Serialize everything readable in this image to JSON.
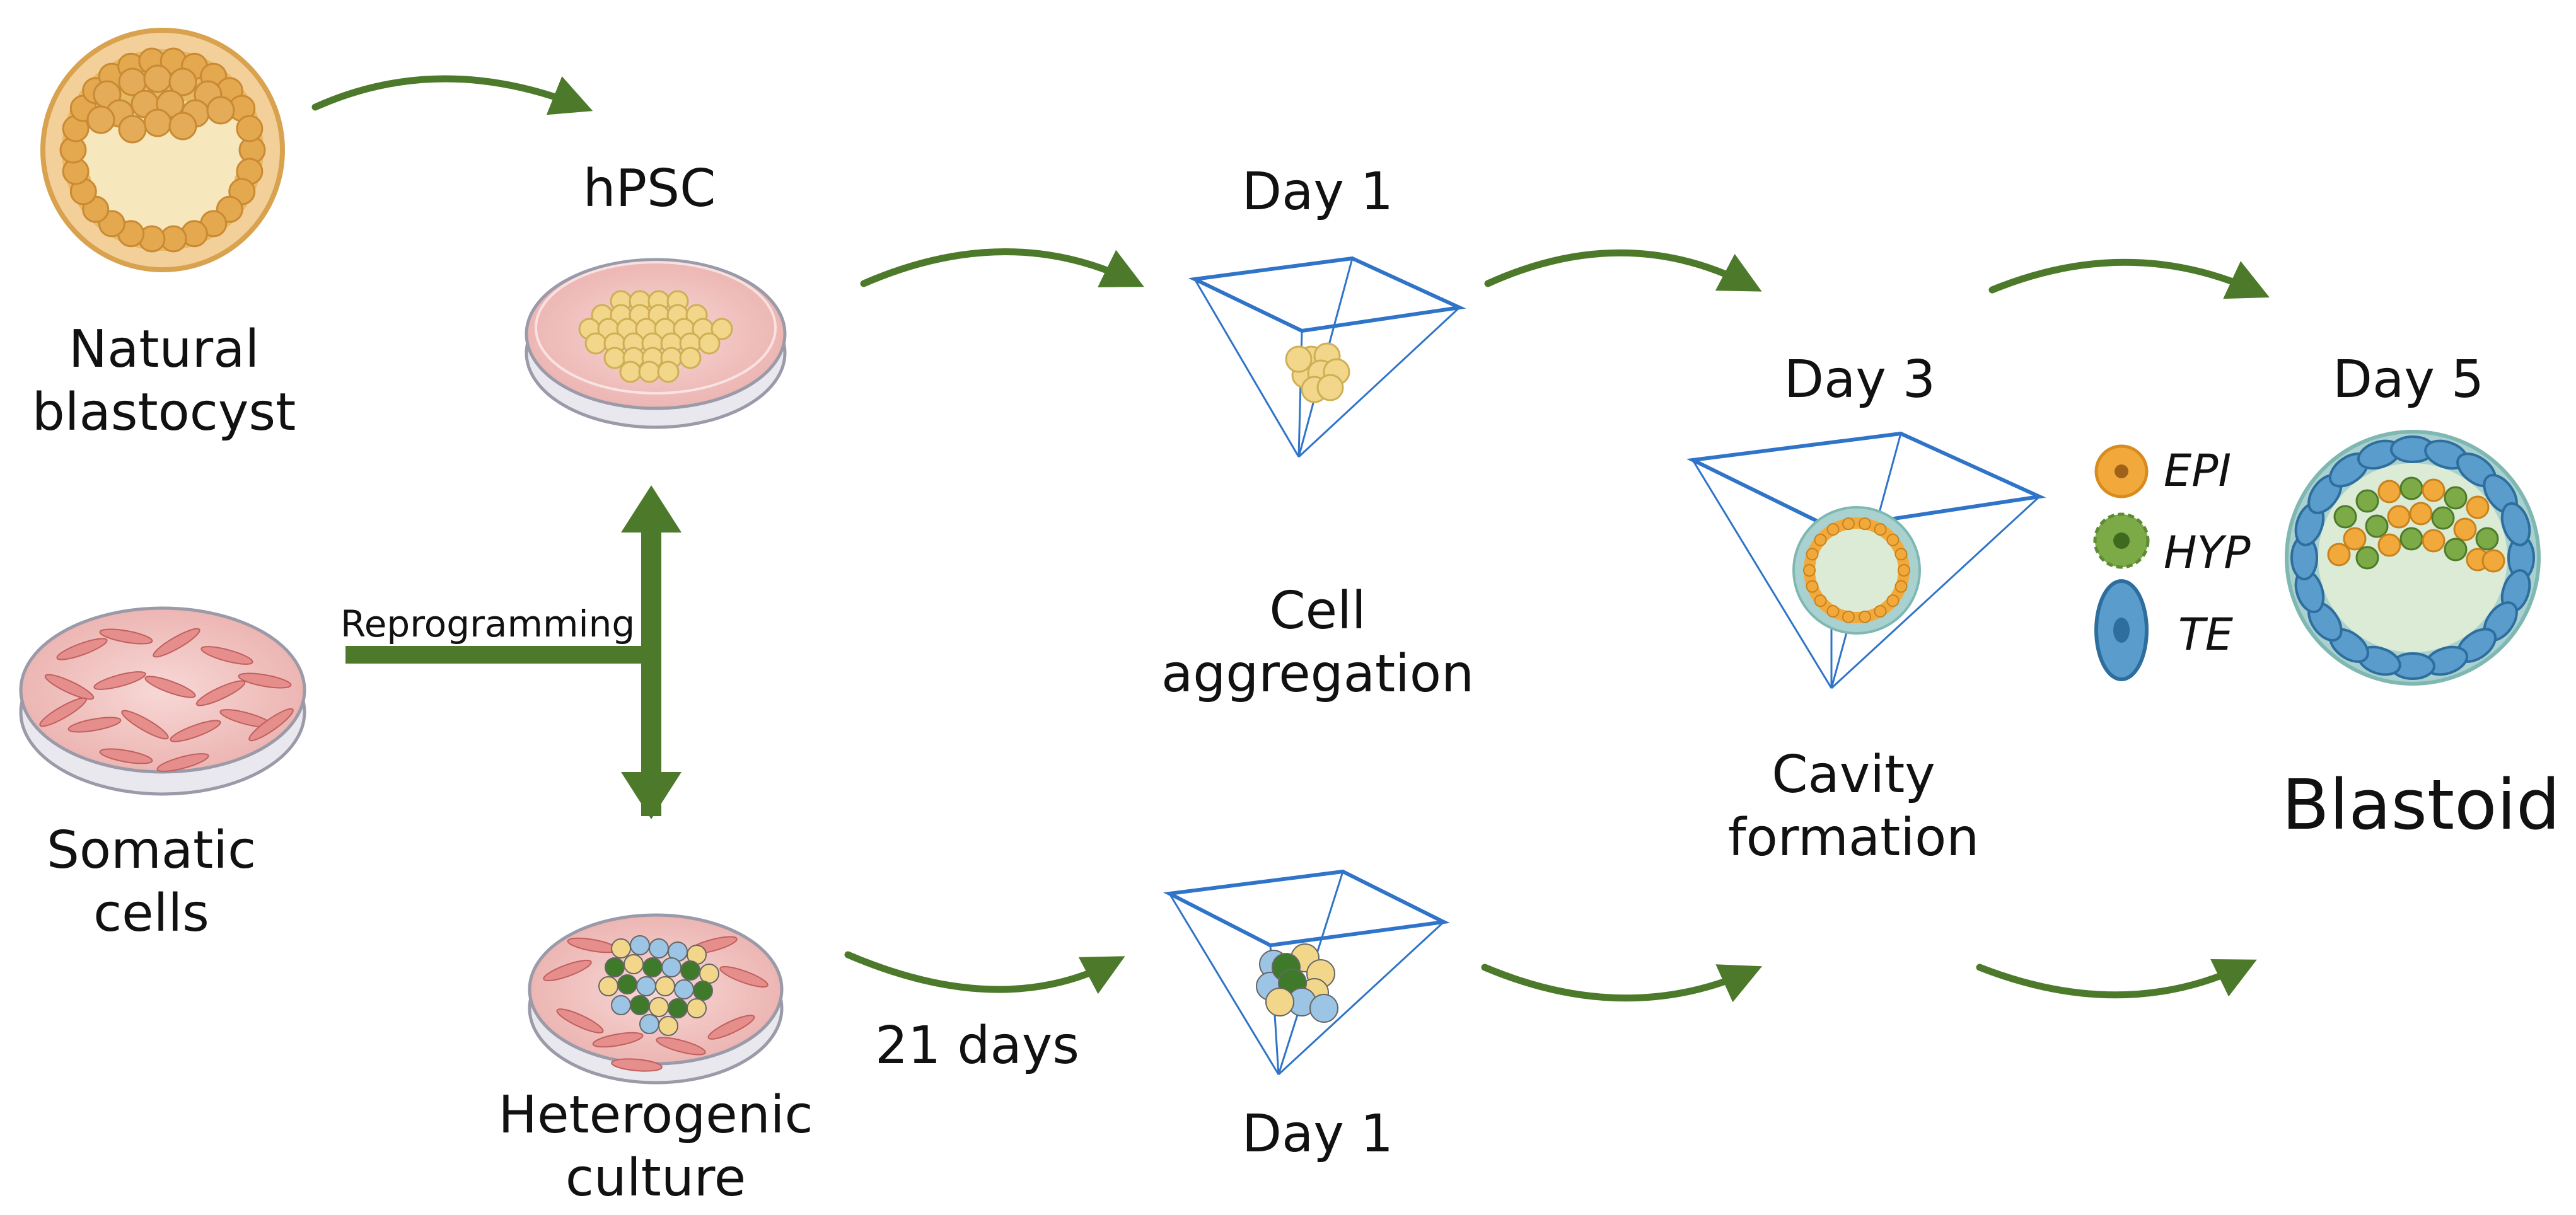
{
  "labels": {
    "natural_blastocyst_line1": "Natural",
    "natural_blastocyst_line2": "blastocyst",
    "hpsc": "hPSC",
    "somatic_line1": "Somatic",
    "somatic_line2": "cells",
    "reprogramming": "Reprogramming",
    "heterogenic_line1": "Heterogenic",
    "heterogenic_line2": "culture",
    "days21": "21 days",
    "day1_top": "Day 1",
    "day1_bottom": "Day 1",
    "cell_agg_line1": "Cell",
    "cell_agg_line2": "aggregation",
    "day3": "Day 3",
    "cavity_line1": "Cavity",
    "cavity_line2": "formation",
    "day5": "Day 5",
    "blastoid": "Blastoid"
  },
  "legend": [
    {
      "label": "EPI",
      "color": "#F2A93B"
    },
    {
      "label": "HYP",
      "color": "#7BAA47"
    },
    {
      "label": "TE",
      "color": "#5A9CCB"
    }
  ],
  "colors": {
    "arrow_green": "#4C7A2A",
    "well_blue": "#2F74C8",
    "dish_pink": "#F3C8C6",
    "blastocyst_tan": "#E8B865"
  }
}
